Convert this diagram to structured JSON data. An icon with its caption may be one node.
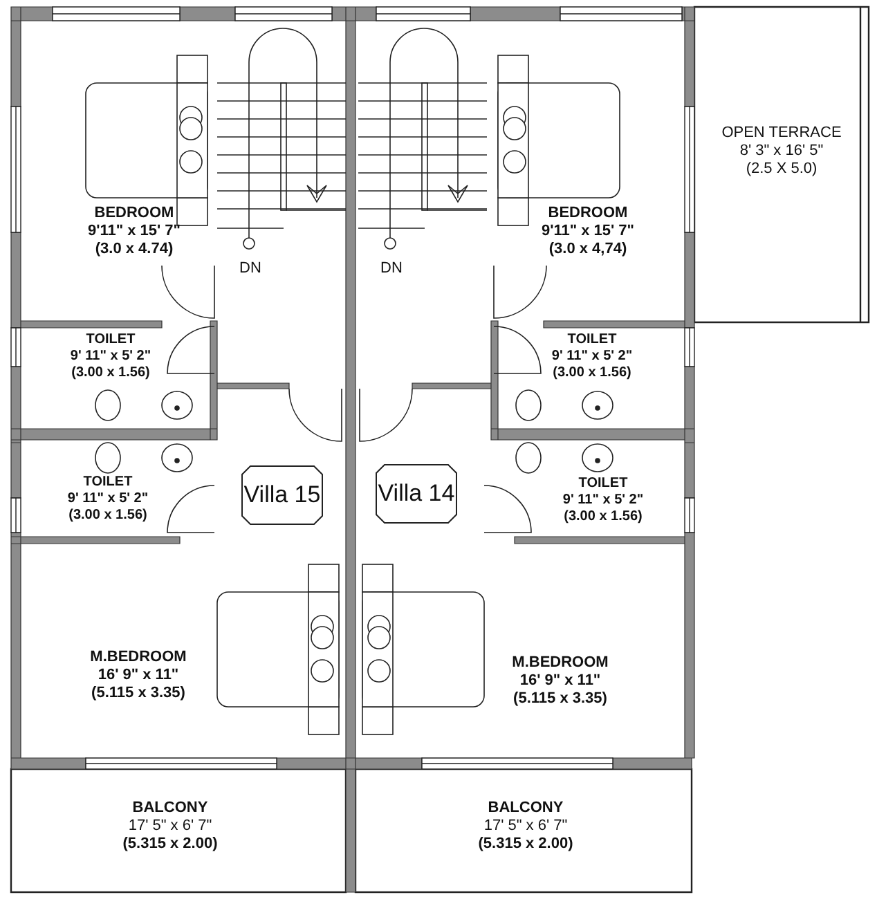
{
  "diagram": {
    "nodes": [
      {
        "text": [
          "BEDROOM",
          "9'11\" x 15' 7\"",
          "(3.0 x 4.74)"
        ]
      },
      {
        "text": [
          "BEDROOM",
          "9'11\" x 15' 7\"",
          "(3.0 x 4,74)"
        ]
      },
      {
        "text": [
          "OPEN TERRACE",
          "8' 3\" x 16' 5\"",
          "(2.5 X 5.0)"
        ]
      },
      {
        "text": [
          "TOILET",
          "9' 11\" x 5' 2\"",
          "(3.00 x 1.56)"
        ]
      },
      {
        "text": [
          "TOILET",
          "9' 11\" x 5' 2\"",
          "(3.00 x 1.56)"
        ]
      },
      {
        "text": [
          "TOILET",
          "9' 11\" x 5' 2\"",
          "(3.00 x 1.56)"
        ]
      },
      {
        "text": [
          "Villa 15"
        ]
      },
      {
        "text": [
          "Villa 14"
        ]
      },
      {
        "text": [
          "TOILET",
          "9' 11\" x 5' 2\"",
          "(3.00 x 1.56)"
        ]
      },
      {
        "text": [
          "M.BEDROOM",
          "16' 9\" x 11\"",
          "(5.115 x 3.35)"
        ]
      },
      {
        "text": [
          "M.BEDROOM",
          "16' 9\" x 11\"",
          "(5.115 x 3.35)"
        ]
      },
      {
        "text": [
          "BALCONY",
          "17' 5\" x 6' 7\"",
          "(5.315 x 2.00)"
        ]
      },
      {
        "text": [
          "BALCONY",
          "17' 5\" x 6' 7\"",
          "(5.315 x 2.00)"
        ]
      }
    ],
    "labels": [
      "DN",
      "DN"
    ]
  }
}
